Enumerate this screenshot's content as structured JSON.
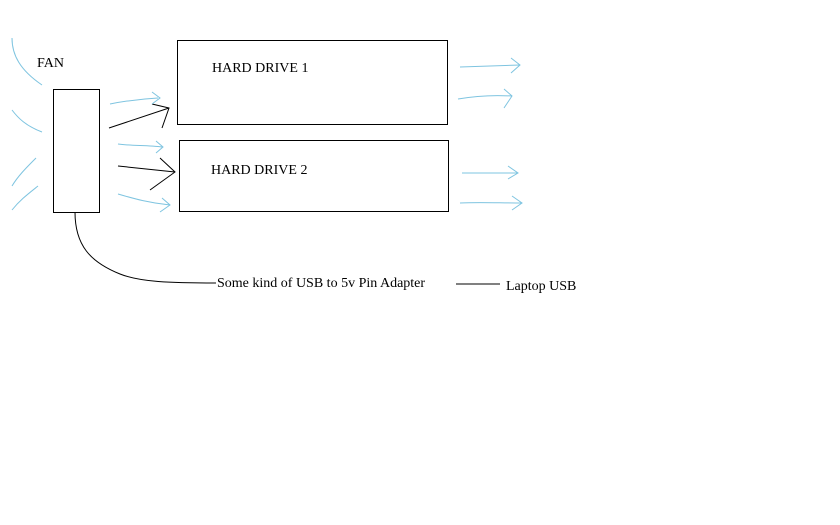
{
  "labels": {
    "fan": "FAN",
    "drive1": "HARD DRIVE 1",
    "drive2": "HARD DRIVE 2",
    "adapter": "Some kind of USB to 5v Pin Adapter",
    "laptop": "Laptop USB"
  },
  "colors": {
    "ink": "#000000",
    "airflow": "#7ec4e0",
    "background": "#ffffff"
  }
}
